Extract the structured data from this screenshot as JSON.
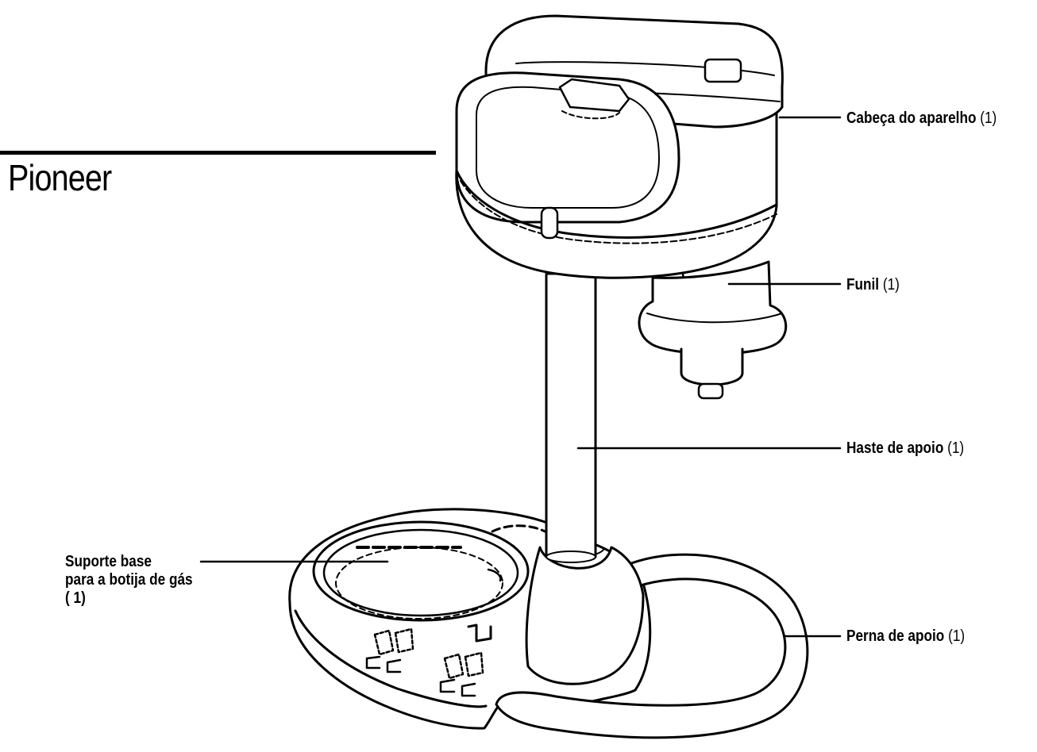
{
  "brand": {
    "title": "Pioneer"
  },
  "colors": {
    "ink": "#000000",
    "paper": "#ffffff",
    "shade": "#f2f2f2"
  },
  "parts": [
    {
      "name": "Cabeça do aparelho",
      "count": "(1)"
    },
    {
      "name": "Funil",
      "count": "(1)"
    },
    {
      "name": "Haste de apoio",
      "count": "(1)"
    },
    {
      "name": "Perna de apoio",
      "count": "(1)"
    }
  ],
  "base_support": {
    "line1": "Suporte base",
    "line2": "para a botija de gás",
    "line3": "( 1)"
  }
}
